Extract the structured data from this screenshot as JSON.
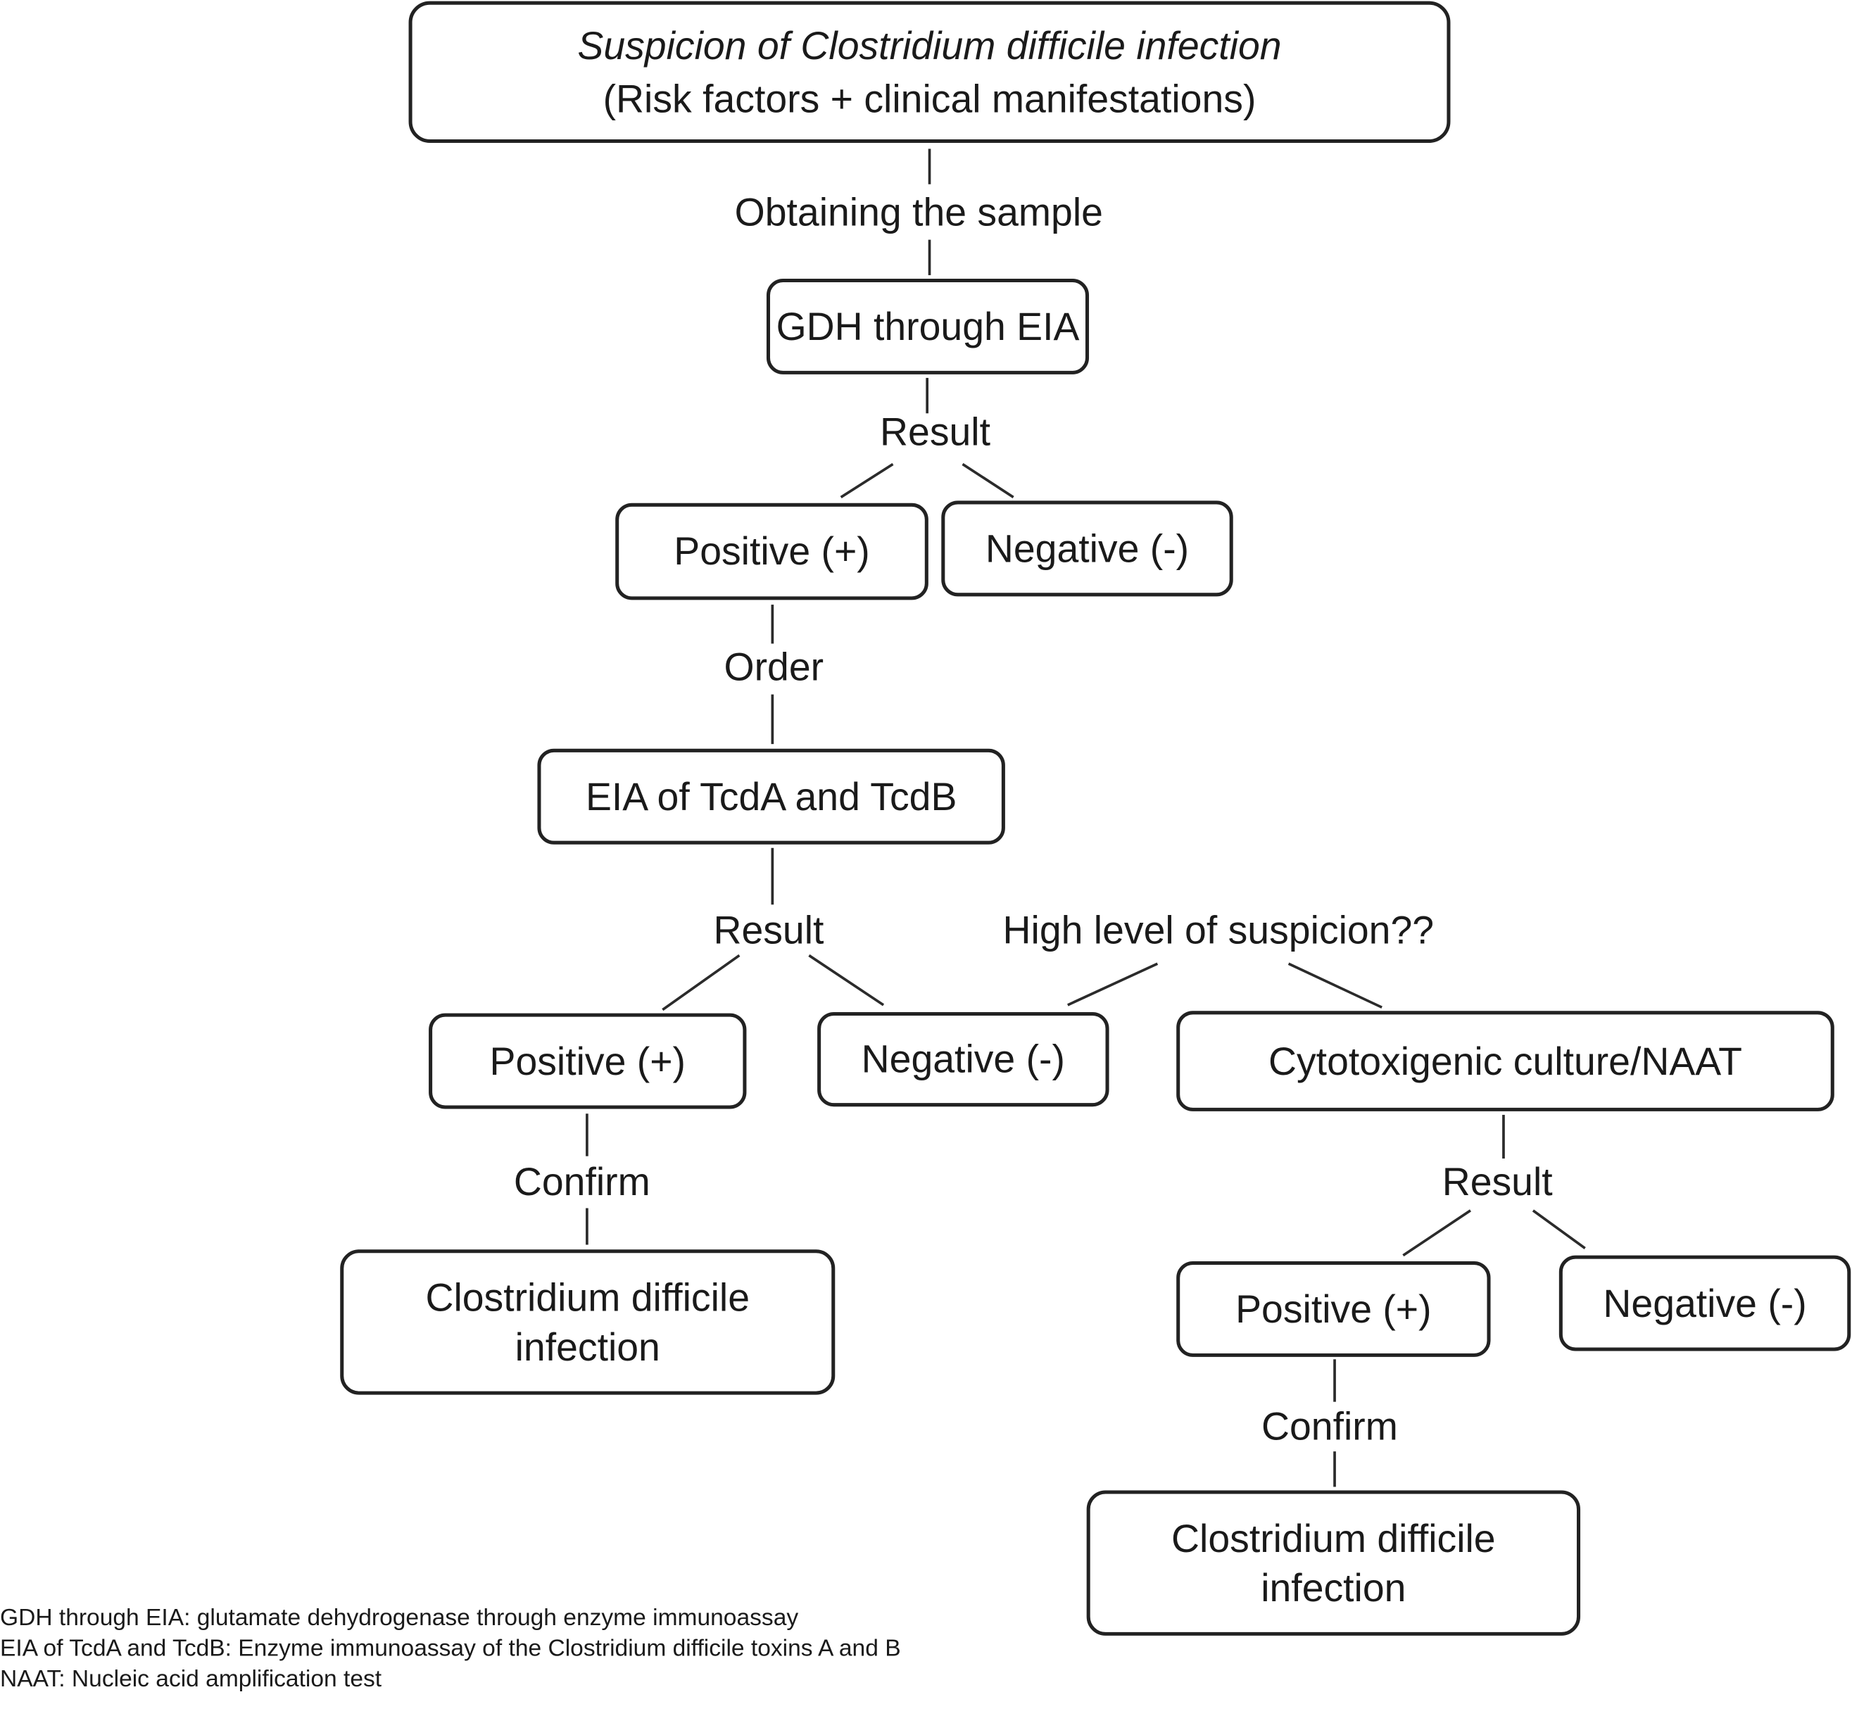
{
  "top_box": {
    "line1": "Suspicion of Clostridium difficile infection",
    "line2": "(Risk factors + clinical manifestations)"
  },
  "labels": {
    "obtaining_sample": "Obtaining the sample",
    "result_1": "Result",
    "order": "Order",
    "result_2": "Result",
    "high_suspicion": "High level of suspicion??",
    "confirm_1": "Confirm",
    "result_3": "Result",
    "confirm_2": "Confirm"
  },
  "boxes": {
    "gdh_eia": "GDH through EIA",
    "positive_1": "Positive (+)",
    "negative_1": "Negative (-)",
    "eia_tcda_tcdb": "EIA of TcdA and TcdB",
    "positive_2": "Positive (+)",
    "negative_2": "Negative (-)",
    "cytotoxigenic": "Cytotoxigenic culture/NAAT",
    "cdi_1_line1": "Clostridium difficile",
    "cdi_1_line2": "infection",
    "positive_3": "Positive (+)",
    "negative_3": "Negative (-)",
    "cdi_2_line1": "Clostridium difficile",
    "cdi_2_line2": "infection"
  },
  "footnotes": [
    "GDH through EIA: glutamate dehydrogenase through enzyme immunoassay",
    "EIA of TcdA and TcdB: Enzyme immunoassay of the Clostridium difficile toxins A and B",
    "NAAT: Nucleic acid amplification test"
  ]
}
